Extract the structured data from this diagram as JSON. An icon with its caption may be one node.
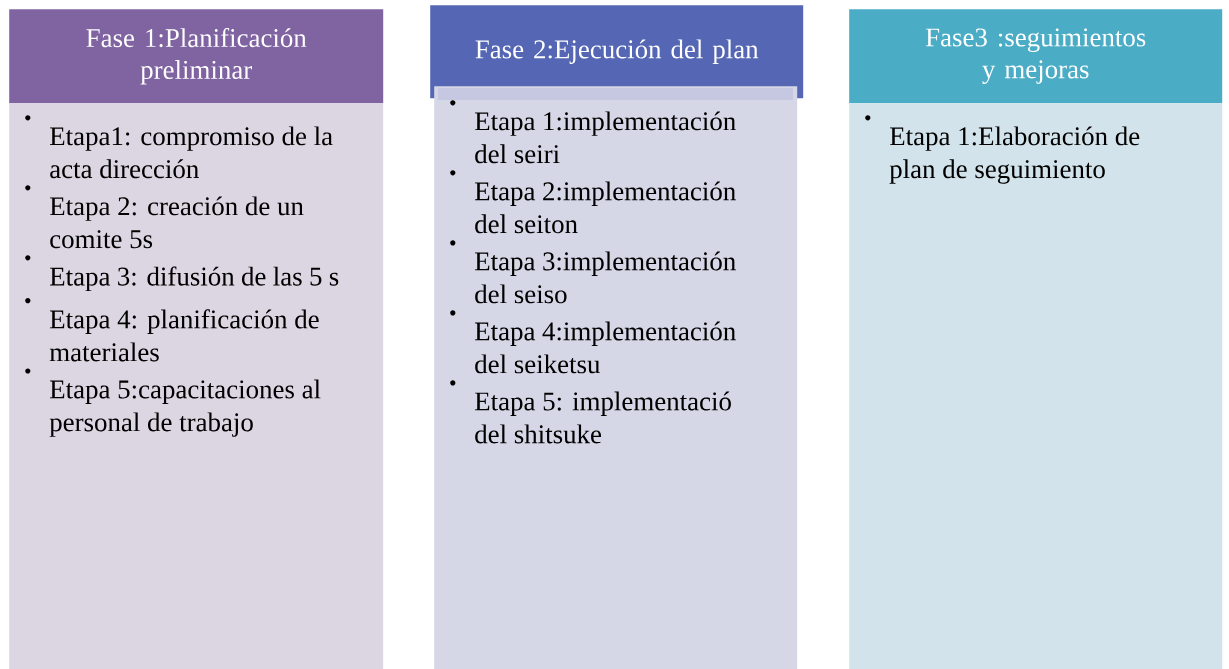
{
  "diagram": {
    "nodes": [
      {
        "text": [
          "Fase 1:Planificación preliminar"
        ]
      },
      {
        "text": [
          "Etapa1: compromiso de la acta dirección",
          "Etapa 2: creación de un comite 5s",
          "Etapa 3: difusión de las 5 s",
          "Etapa 4: planificación de materiales",
          "Etapa 5:capacitaciones al personal de trabajo"
        ]
      },
      {
        "text": [
          "Fase 2:Ejecución del plan"
        ]
      },
      {
        "text": [
          "Etapa 1:implementación del seiri",
          "Etapa 2:implementación del seiton",
          "Etapa 3:implementación del seiso",
          "Etapa 4:implementación del seiketsu",
          "Etapa 5: implementació del shitsuke"
        ]
      },
      {
        "text": [
          "Fase3 :seguimientos y mejoras"
        ]
      },
      {
        "text": [
          "Etapa 1:Elaboración de plan de seguimiento"
        ]
      }
    ]
  }
}
